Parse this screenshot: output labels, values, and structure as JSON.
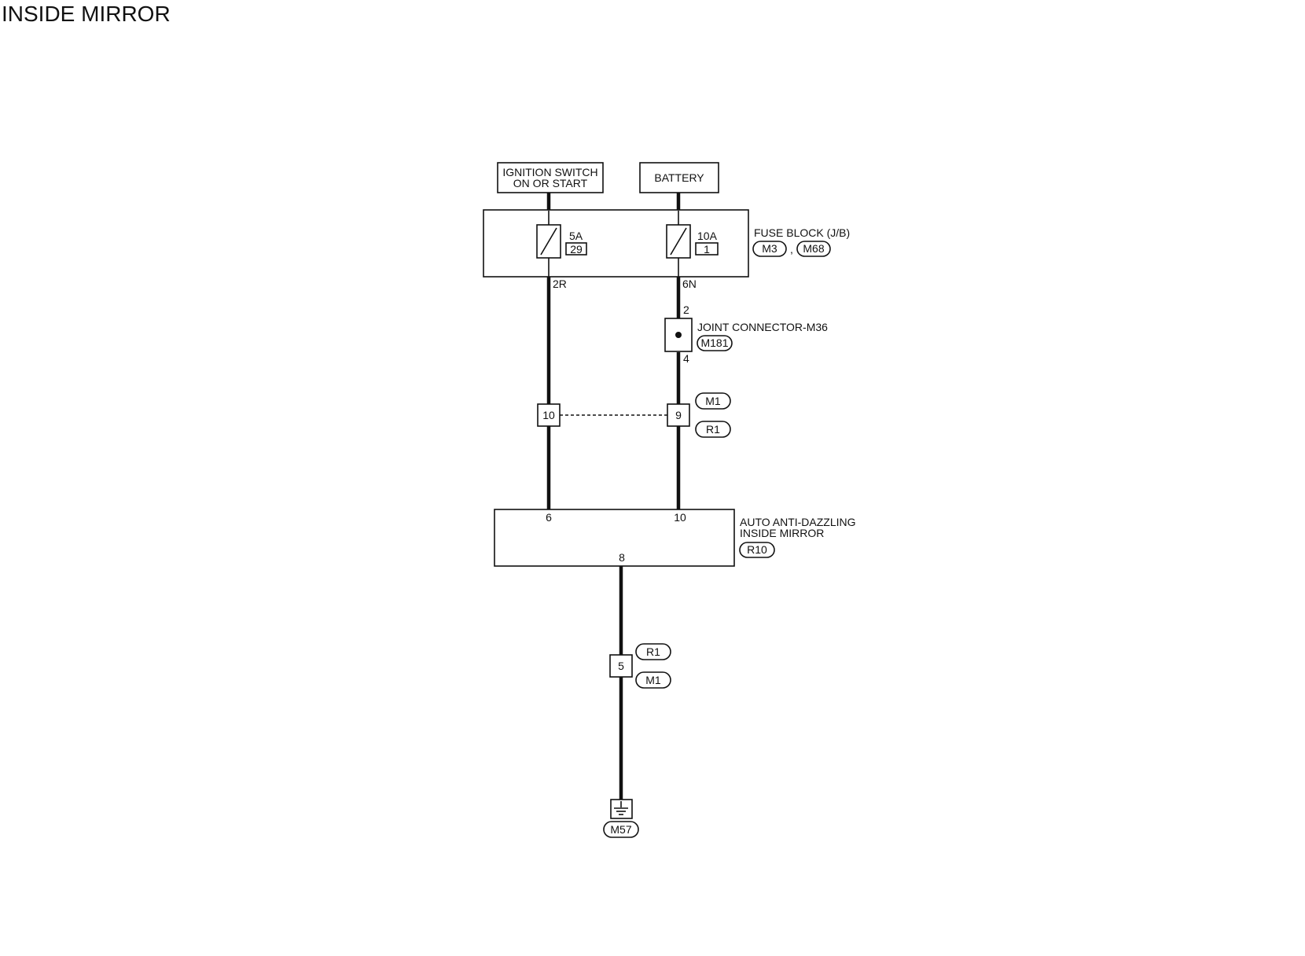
{
  "title": "INSIDE MIRROR",
  "ignition": {
    "line1": "IGNITION SWITCH",
    "line2": "ON OR START"
  },
  "battery": "BATTERY",
  "fuse_block": {
    "label": "FUSE BLOCK (J/B)",
    "conn_a": "M3",
    "sep": ",",
    "conn_b": "M68",
    "fuse1": {
      "amps": "5A",
      "number": "29",
      "terminal": "2R"
    },
    "fuse2": {
      "amps": "10A",
      "number": "1",
      "terminal": "6N"
    }
  },
  "joint": {
    "label": "JOINT CONNECTOR-M36",
    "connector": "M181",
    "pin_in": "2",
    "pin_out": "4"
  },
  "harness_upper": {
    "left_pin": "10",
    "right_pin": "9",
    "conn_a": "M1",
    "conn_b": "R1"
  },
  "mirror": {
    "line1": "AUTO ANTI-DAZZLING",
    "line2": "INSIDE MIRROR",
    "connector": "R10",
    "pin_left": "6",
    "pin_right": "10",
    "pin_bottom": "8"
  },
  "harness_lower": {
    "pin": "5",
    "conn_a": "R1",
    "conn_b": "M1"
  },
  "ground": {
    "connector": "M57"
  }
}
